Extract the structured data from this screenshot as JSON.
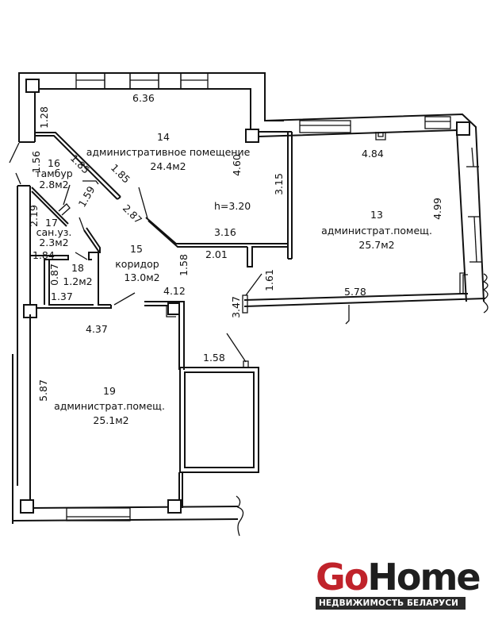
{
  "plan": {
    "ceiling_height": "h=3.20",
    "rooms": [
      {
        "number": "14",
        "name": "административное помещение",
        "area": "24.4м2"
      },
      {
        "number": "13",
        "name": "администрат.помещ.",
        "area": "25.7м2"
      },
      {
        "number": "16",
        "name": "тамбур",
        "area": "2.8м2"
      },
      {
        "number": "17",
        "name": "сан.уз.",
        "area": "2.3м2"
      },
      {
        "number": "18",
        "name": "",
        "area": "1.2м2"
      },
      {
        "number": "15",
        "name": "коридор",
        "area": "13.0м2"
      },
      {
        "number": "19",
        "name": "администрат.помещ.",
        "area": "25.1м2"
      }
    ],
    "dimensions": {
      "r14_top": "6.36",
      "r14_left": "1.28",
      "r14_right": "4.60",
      "r14_diag_a": "1.85",
      "r14_diag_b": "1.85",
      "r14_diag_c": "2.87",
      "r14_bottom": "3.16",
      "r13_top": "4.84",
      "r13_left": "3.15",
      "r13_right": "4.99",
      "r13_bottom": "5.78",
      "r13_stub": "1.61",
      "r13_stub2": "3.47",
      "r16_left": "1.56",
      "r15_a": "1.59",
      "r15_b": "2.01",
      "r15_c": "1.58",
      "r15_d": "4.12",
      "r17_left": "2.19",
      "r17_bottom": "1.84",
      "r18_left": "0.87",
      "r18_bottom": "1.37",
      "r19_top": "4.37",
      "r19_left": "5.87",
      "shaft": "1.58"
    }
  },
  "logo": {
    "go": "Go",
    "home": "Home",
    "tagline": "НЕДВИЖИМОСТЬ БЕЛАРУСИ",
    "go_color": "#c0232b",
    "home_color": "#1e1e1e"
  }
}
